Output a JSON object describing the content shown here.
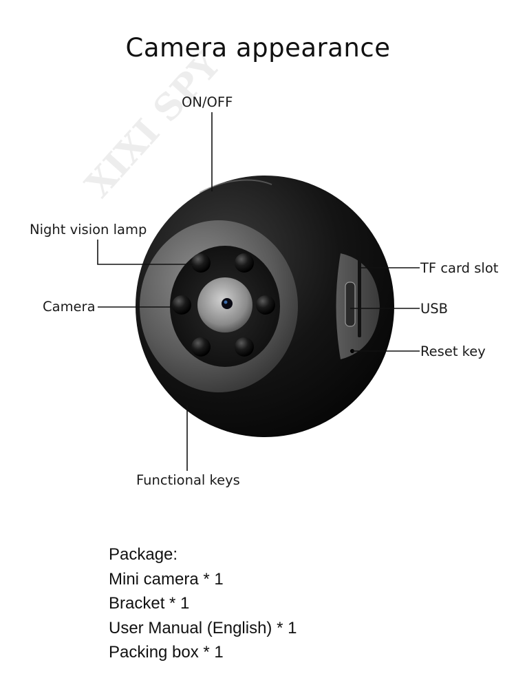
{
  "title": "Camera appearance",
  "watermark": "XIXI SPY",
  "callouts": {
    "on_off": "ON/OFF",
    "night_vision": "Night vision lamp",
    "camera": "Camera",
    "tf_slot": "TF card slot",
    "usb": "USB",
    "reset": "Reset key",
    "functional_keys": "Functional keys"
  },
  "package": {
    "heading": "Package:",
    "items": [
      "Mini camera * 1",
      "Bracket * 1",
      "User Manual (English) * 1",
      "Packing box * 1"
    ]
  }
}
